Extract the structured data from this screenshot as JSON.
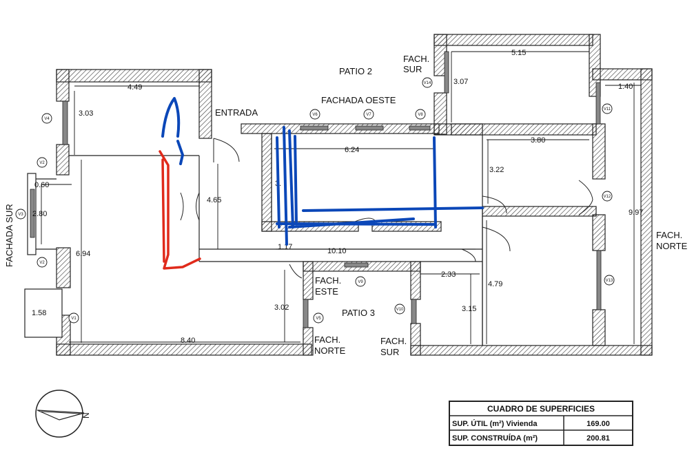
{
  "labels": {
    "entrada": "ENTRADA",
    "patio2": "PATIO 2",
    "patio3": "PATIO 3",
    "fachada_oeste": "FACHADA OESTE",
    "fach_sur_top": [
      "FACH.",
      "SUR"
    ],
    "fach_norte_right": [
      "FACH.",
      "NORTE"
    ],
    "fachada_sur_left": "FACHADA SUR",
    "fach_este": [
      "FACH.",
      "ESTE"
    ],
    "fach_norte_bottom": [
      "FACH.",
      "NORTE"
    ],
    "fach_sur_bottom": [
      "FACH.",
      "SUR"
    ]
  },
  "dimensions": {
    "d_449": "4.49",
    "d_303": "3.03",
    "d_060": "0.60",
    "d_280": "2.80",
    "d_694": "6.94",
    "d_158": "1.58",
    "d_465": "4.65",
    "d_840": "8.40",
    "d_302": "3.02",
    "d_624": "6.24",
    "d_3x": "3.",
    "d_117": "1.17",
    "d_1010": "10.10",
    "d_515": "5.15",
    "d_307": "3.07",
    "d_140": "1.40",
    "d_380": "3.80",
    "d_322": "3.22",
    "d_997": "9.97",
    "d_233": "2.33",
    "d_479": "4.79",
    "d_315": "3.15"
  },
  "windows": {
    "v1": "V1",
    "v2": "V2",
    "v3": "V3",
    "v4": "V4",
    "v5": "V5",
    "v6": "V6",
    "v7": "V7",
    "v8": "V8",
    "v9": "V9",
    "v10": "V10",
    "v11": "V11",
    "v12": "V12",
    "v13": "V13",
    "v14": "V14"
  },
  "compass": {
    "north": "N"
  },
  "table": {
    "title": "CUADRO DE SUPERFICIES",
    "rows": [
      {
        "label": "SUP. ÚTIL (m²) Vivienda",
        "value": "169.00"
      },
      {
        "label": "SUP. CONSTRUÍDA (m²)",
        "value": "200.81"
      }
    ]
  },
  "colors": {
    "wall": "#444444",
    "marker_blue": "#0b47b8",
    "marker_red": "#e02a1b"
  }
}
